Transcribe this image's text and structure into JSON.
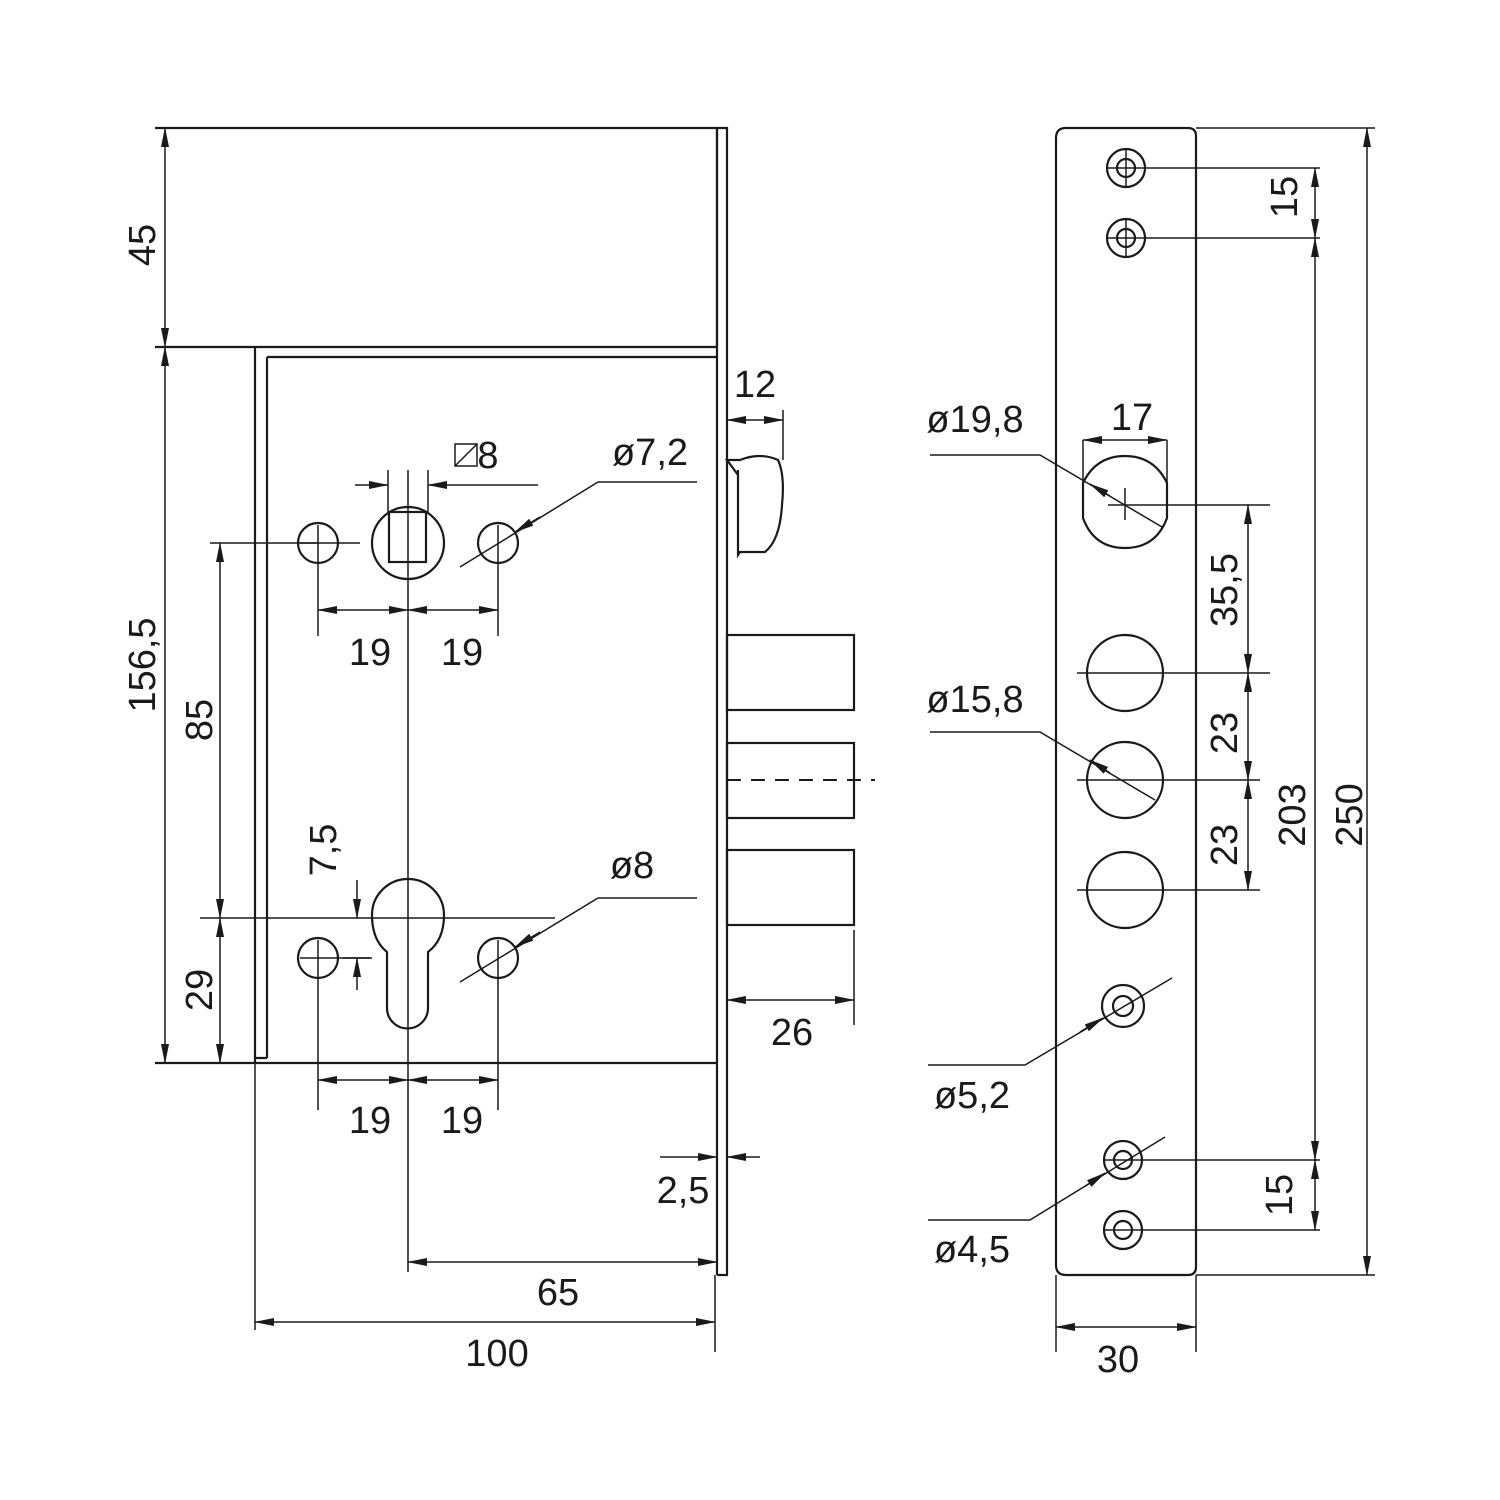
{
  "front_view": {
    "dimensions": {
      "top_height": "45",
      "body_height": "156,5",
      "hole_spacing": "85",
      "lower_offset": "29",
      "square_spindle": "8",
      "hole_diameter_top": "ø7,2",
      "hole_diameter_bottom": "ø8",
      "top_left_spacing": "19",
      "top_right_spacing": "19",
      "bottom_left_spacing": "19",
      "bottom_right_spacing": "19",
      "cylinder_offset": "7,5",
      "latch_width": "12",
      "bolt_throw": "26",
      "faceplate_thickness": "2,5",
      "backset": "65",
      "case_width": "100"
    }
  },
  "side_view": {
    "dimensions": {
      "top_screw_spacing": "15",
      "bottom_screw_spacing": "15",
      "latch_hole_diameter": "ø19,8",
      "latch_hole_width": "17",
      "latch_to_bolt": "35,5",
      "bolt_hole_diameter": "ø15,8",
      "bolt_spacing_1": "23",
      "bolt_spacing_2": "23",
      "screw_hole_large": "ø5,2",
      "screw_hole_small": "ø4,5",
      "inner_length": "203",
      "total_length": "250",
      "faceplate_width": "30"
    }
  }
}
